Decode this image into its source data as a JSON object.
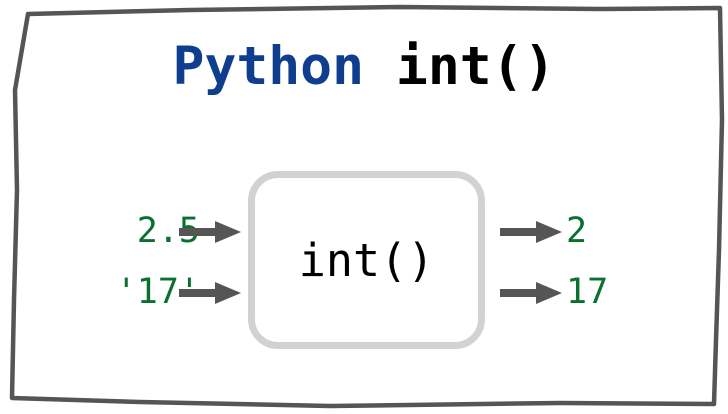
{
  "figure": {
    "title_parts": {
      "python_word": "Python",
      "spacer": " ",
      "function_word": "int()"
    },
    "title_full": "Python int()",
    "colors": {
      "python_blue": "#103e8f",
      "value_green": "#0a7030",
      "arrow_gray": "#555555",
      "box_border_gray": "#d2d2d2",
      "frame_gray": "#555555",
      "function_black": "#000000",
      "background": "#ffffff"
    },
    "process_box": {
      "label": "int()"
    },
    "flows": [
      {
        "input": "2.5",
        "output": "2",
        "arrow_in_icon": "right-arrow-icon",
        "arrow_out_icon": "right-arrow-icon"
      },
      {
        "input": "'17'",
        "output": "17",
        "arrow_in_icon": "right-arrow-icon",
        "arrow_out_icon": "right-arrow-icon"
      }
    ]
  }
}
